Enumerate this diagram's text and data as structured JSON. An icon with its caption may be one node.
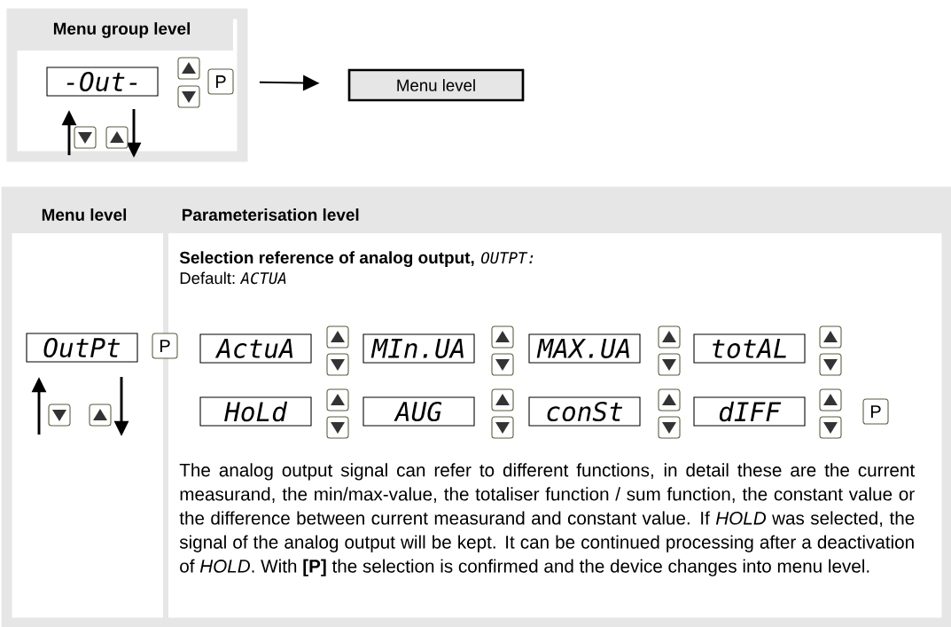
{
  "diagram": {
    "nodes": [
      {
        "text": [
          "Menu group level"
        ]
      },
      {
        "text": [
          "-Out-"
        ],
        "in": 0
      },
      {
        "text": [
          "P"
        ],
        "in": 0
      },
      {
        "text": [
          "Menu level"
        ]
      },
      {
        "text": [
          "OutPt"
        ]
      },
      {
        "text": [
          "P"
        ]
      },
      {
        "text": [
          "ActuA"
        ]
      },
      {
        "text": [
          "MIn.UA"
        ]
      },
      {
        "text": [
          "MAX.UA"
        ]
      },
      {
        "text": [
          "totAL"
        ]
      },
      {
        "text": [
          "HoLd"
        ]
      },
      {
        "text": [
          "AUG"
        ]
      },
      {
        "text": [
          "conSt"
        ]
      },
      {
        "text": [
          "dIFF"
        ]
      },
      {
        "text": [
          "P"
        ]
      }
    ],
    "edges": [
      {
        "from": 2,
        "to": 3,
        "arrow": "to"
      }
    ],
    "labels": [
      "Menu level",
      "Parameterisation level",
      "Selection reference of analog output,",
      "OUTPT:",
      "Default:",
      "ACTUA",
      "The analog output signal can refer to different functions, in detail these are the current measurand, the min/max-value, the totaliser function / sum function, the constant value or the difference between current measurand and constant value. If *HOLD* was selected, the signal of the analog output will be kept. It can be continued processing after a deactivation of *HOLD*. With **[P]** the selection is confirmed and the device changes into menu level."
    ]
  }
}
